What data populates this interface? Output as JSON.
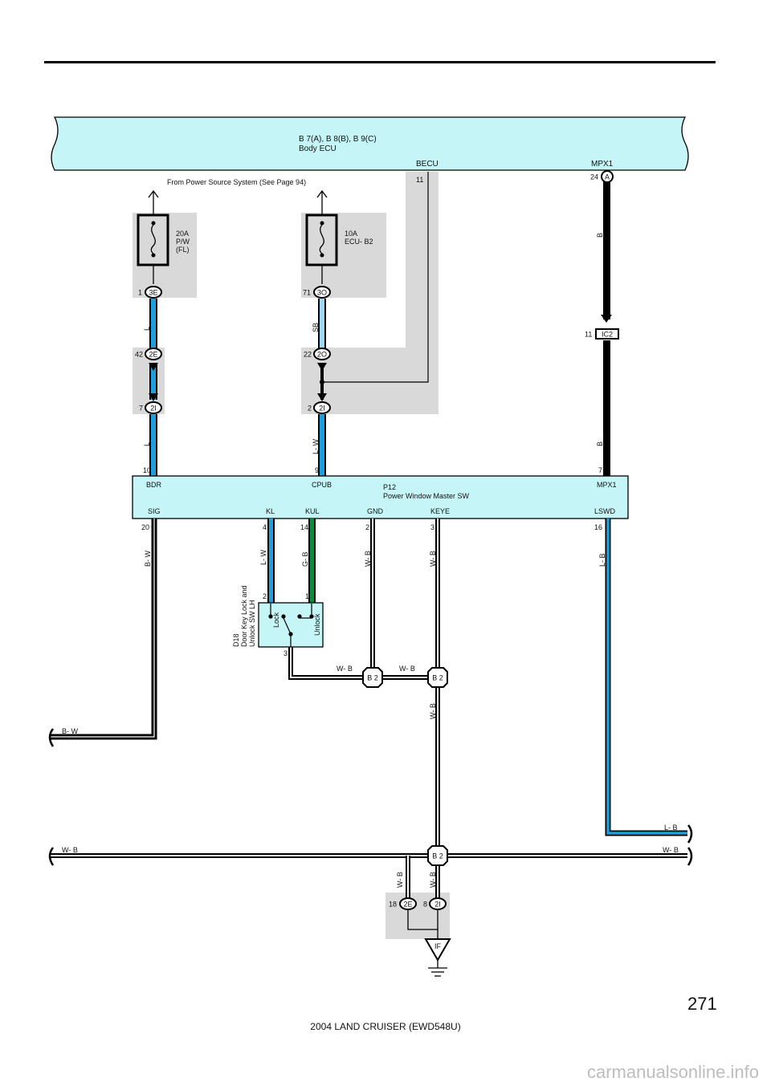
{
  "ecu": {
    "title_line1": "B 7(A), B 8(B), B 9(C)",
    "title_line2": "Body ECU",
    "pin_becu": "BECU",
    "pin_mpx1": "MPX1",
    "pin_becu_no": "11",
    "pin_mpx1_no": "24",
    "pin_mpx1_conn": "A"
  },
  "power_source": "From Power Source System (See Page 94)",
  "fuses": [
    {
      "line1": "20A",
      "line2": "P/W",
      "line3": "(FL)"
    },
    {
      "line1": "10A",
      "line2": "ECU- B2",
      "line3": ""
    }
  ],
  "connectors": {
    "c3e_pin": "1",
    "c3e": "3E",
    "c3o_pin": "71",
    "c3o": "3O",
    "c2e_pin": "42",
    "c2e": "2E",
    "c2o_pin": "22",
    "c2o": "2O",
    "c2i_a_pin": "7",
    "c2i_a": "2I",
    "c2i_b_pin": "2",
    "c2i_b": "2I",
    "ic2_pin": "11",
    "ic2": "IC2",
    "bot_2e_pin": "18",
    "bot_2e": "2E",
    "bot_2i_pin": "8",
    "bot_2i": "2I",
    "ground": "IF"
  },
  "wires": {
    "l1": "L",
    "l2": "L",
    "sb": "SB",
    "lw1": "L- W",
    "b1": "B",
    "b2": "B",
    "bw1": "B- W",
    "lw2": "L- W",
    "gb": "G- B",
    "wb1": "W- B",
    "wb2": "W- B",
    "lb1": "L- B",
    "wb3": "W- B",
    "wb4": "W- B",
    "wb5": "W- B",
    "bw_left": "B- W",
    "lb_right": "L- B",
    "wb_left": "W- B",
    "wb_right": "W- B",
    "wb6": "W- B",
    "wb7": "W- B"
  },
  "master_sw": {
    "name_line1": "P12",
    "name_line2": "Power Window Master SW",
    "top_pins": [
      {
        "num": "10",
        "name": "BDR"
      },
      {
        "num": "9",
        "name": "CPUB"
      },
      {
        "num": "7",
        "name": "MPX1"
      }
    ],
    "bottom_pins": [
      {
        "num": "20",
        "name": "SIG"
      },
      {
        "num": "4",
        "name": "KL"
      },
      {
        "num": "14",
        "name": "KUL"
      },
      {
        "num": "2",
        "name": "GND"
      },
      {
        "num": "3",
        "name": "KEYE"
      },
      {
        "num": "16",
        "name": "LSWD"
      }
    ]
  },
  "door_sw": {
    "code": "D18",
    "line1": "Door Key Lock and",
    "line2": "Unlock SW LH",
    "lock": "Lock",
    "unlock": "Unlock",
    "pin1": "1",
    "pin2": "2",
    "pin3": "3"
  },
  "junctions": {
    "j1": "B 2",
    "j2": "B 2",
    "j3": "B 2"
  },
  "page_number": "271",
  "footer": "2004 LAND CRUISER (EWD548U)",
  "watermark": "carmanualsonline.info",
  "colors": {
    "ecu_fill": "#c6f5f8",
    "shade": "#d9d9d9",
    "wire_blue": "#1ba0db",
    "wire_sky": "#9fd6f2",
    "wire_green": "#0b8a3c",
    "wire_black": "#000000"
  }
}
